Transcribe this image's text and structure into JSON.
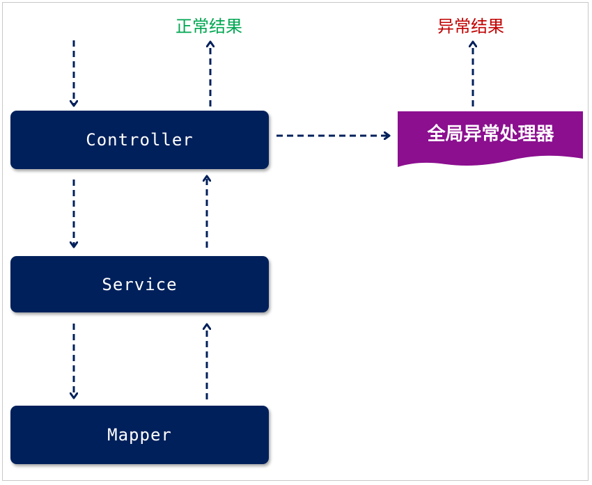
{
  "nodes": {
    "controller": "Controller",
    "service": "Service",
    "mapper": "Mapper"
  },
  "results": {
    "normal": "正常结果",
    "error": "异常结果"
  },
  "handler": {
    "label": "全局异常处理器"
  },
  "colors": {
    "node_fill": "#00205b",
    "arrow": "#00205b",
    "handler_fill": "#8b0f8f",
    "normal_text": "#00a651",
    "error_text": "#c00000"
  }
}
